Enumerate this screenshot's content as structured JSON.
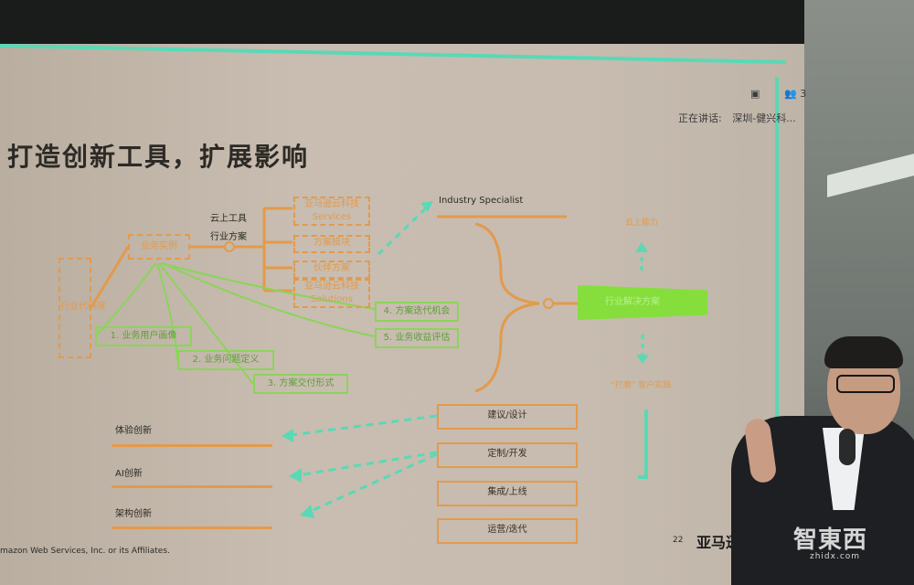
{
  "slide": {
    "title": "打造创新工具，扩展影响",
    "footer_copyright": "mazon Web Services, Inc. or its Affiliates.",
    "page_number": "22",
    "brand_text": "亚马逊云",
    "diagram": {
      "left_root": "行业代码库",
      "business_case": "业务实例",
      "cloud_tools": "云上工具",
      "industry_solution": "行业方案",
      "service_boxes": [
        "亚马逊云科技 Services",
        "方案模块",
        "伙伴方案",
        "亚马逊云科技 Solutions"
      ],
      "service_box_lines": [
        [
          "亚马逊云科技",
          "Services"
        ],
        [
          "方案模块"
        ],
        [
          "伙伴方案"
        ],
        [
          "亚马逊云科技",
          "Solutions"
        ]
      ],
      "green_steps": [
        "1. 业务用户画像",
        "2. 业务问题定义",
        "3. 方案交付形式",
        "4. 方案迭代机会",
        "5. 业务收益评估"
      ],
      "industry_specialist": "Industry Specialist",
      "cloud_capability": "云上能力",
      "customer_practice": "“打磨” 客户实践",
      "green_shape_text": "行业解决方案",
      "innovation_bars": [
        "体验创新",
        "AI创新",
        "架构创新"
      ],
      "process_boxes": [
        "建议/设计",
        "定制/开发",
        "集成/上线",
        "运营/迭代"
      ]
    }
  },
  "meeting_ui": {
    "participant_count": "3",
    "speaking_label": "正在讲话:",
    "speaker_name": "深圳-健兴科..."
  },
  "watermark": {
    "text": "智東西",
    "url": "zhidx.com"
  },
  "colors": {
    "orange": "#e39a4c",
    "green": "#8bd45a",
    "teal": "#59d9b6",
    "bright_green": "#86de3c"
  }
}
